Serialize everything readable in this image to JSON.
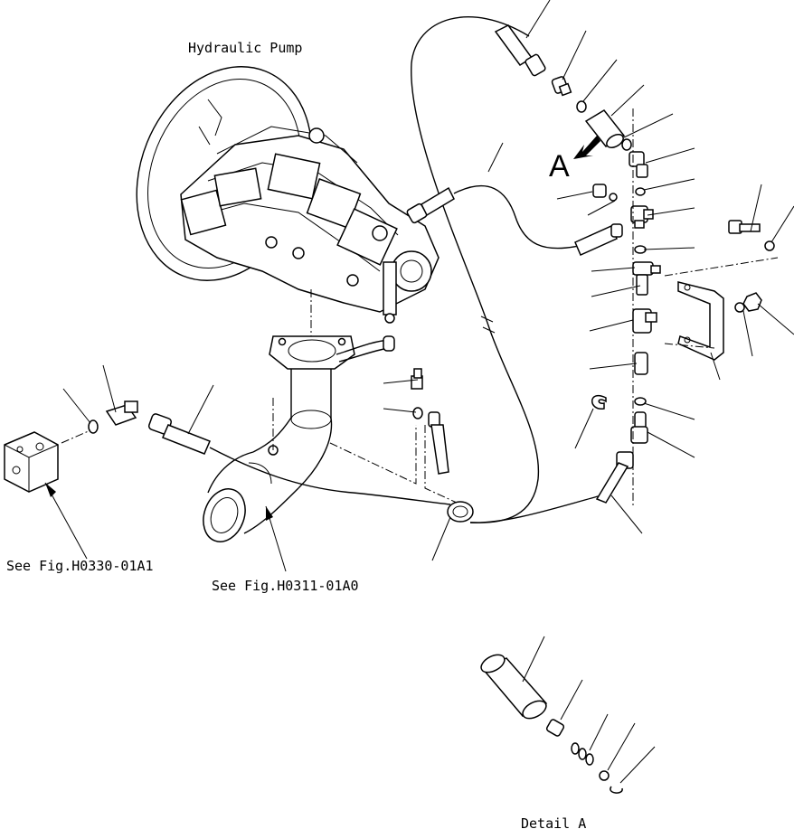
{
  "labels": {
    "pump": "Hydraulic Pump",
    "fig_a1": "See Fig.H0330-01A1",
    "fig_a0": "See Fig.H0311-01A0",
    "detail": "Detail A",
    "view_a": "A"
  },
  "colors": {
    "ink": "#000000",
    "paper": "#ffffff"
  },
  "icons": {
    "view_arrow": "arrow-icon"
  }
}
